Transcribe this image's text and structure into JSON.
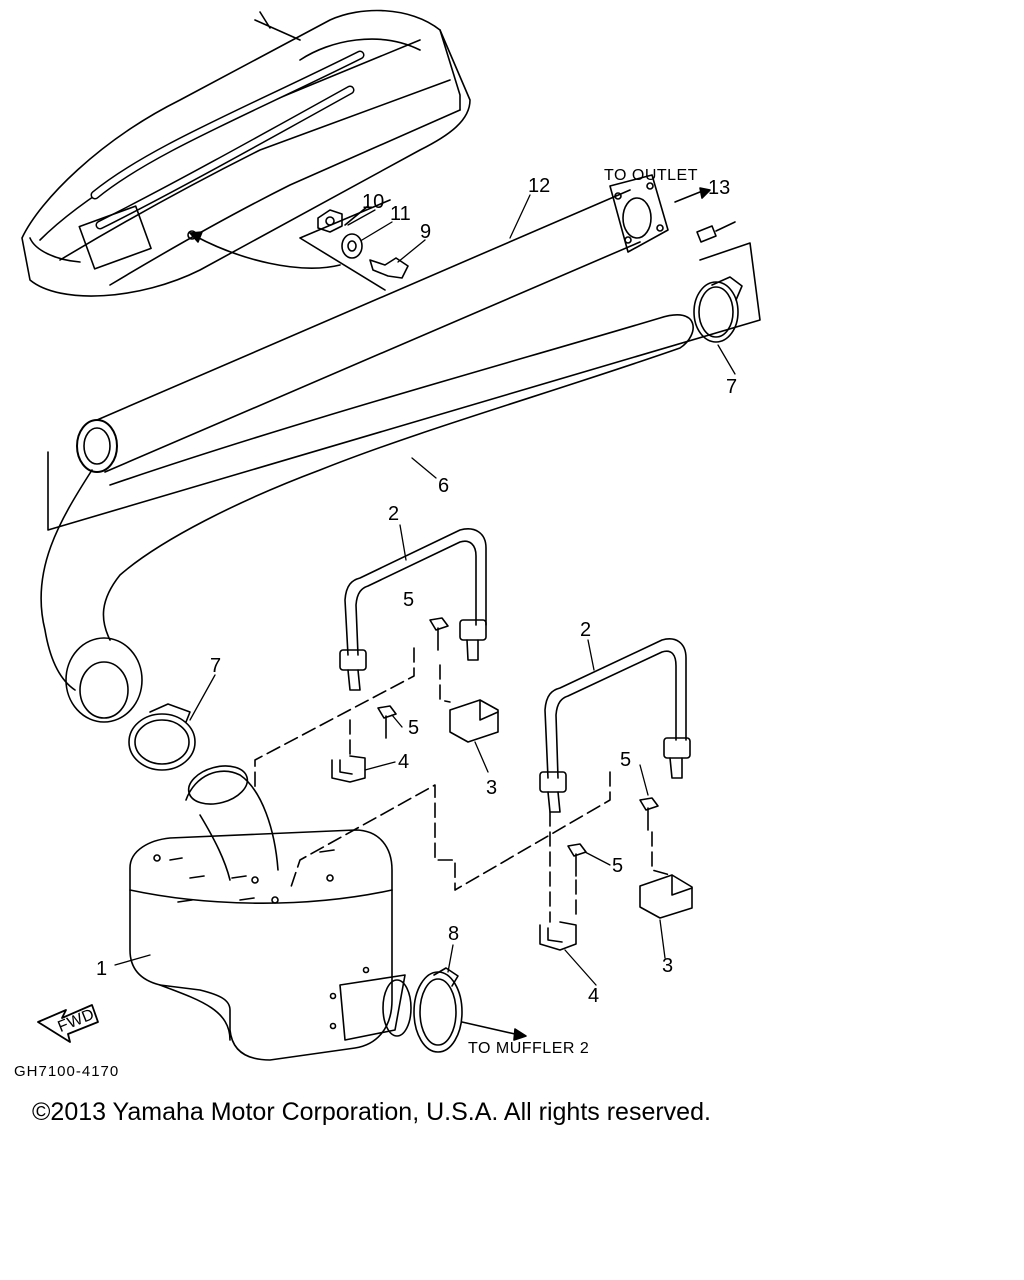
{
  "diagram": {
    "callouts": [
      "1",
      "2",
      "2",
      "3",
      "3",
      "4",
      "4",
      "5",
      "5",
      "5",
      "5",
      "6",
      "7",
      "7",
      "8",
      "9",
      "10",
      "11",
      "12",
      "13"
    ],
    "notes": {
      "to_outlet": "TO OUTLET",
      "to_muffler": "TO MUFFLER 2",
      "fwd": "FWD",
      "drawing_code": "GH7100-4170"
    }
  },
  "footer": {
    "copyright": "©2013 Yamaha Motor Corporation, U.S.A. All rights reserved."
  }
}
